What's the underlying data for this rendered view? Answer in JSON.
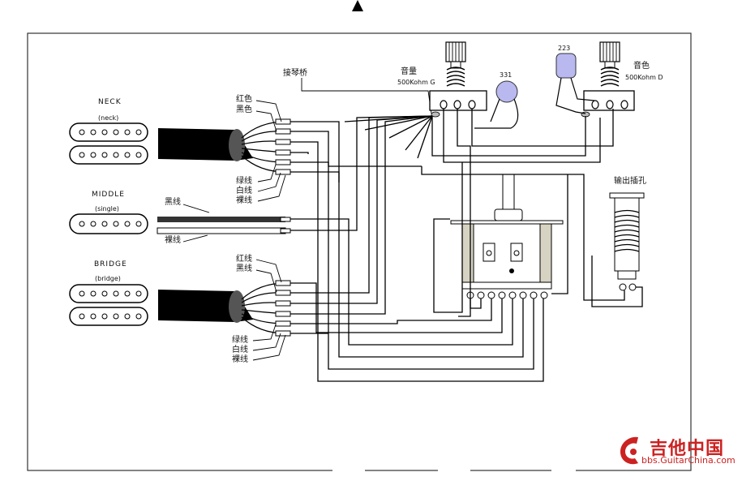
{
  "pickups": {
    "neck": {
      "name": "NECK",
      "type": "(neck)"
    },
    "middle": {
      "name": "MIDDLE",
      "type": "(single)"
    },
    "bridge": {
      "name": "BRIDGE",
      "type": "(bridge)"
    }
  },
  "wires": {
    "neck_top": [
      "红色",
      "黑色"
    ],
    "neck_bottom": [
      "绿线",
      "白线",
      "裸线"
    ],
    "middle_black": "黑线",
    "middle_bare": "裸线",
    "bridge_top": [
      "红线",
      "黑线"
    ],
    "bridge_bottom": [
      "绿线",
      "白线",
      "裸线"
    ]
  },
  "labels": {
    "bridge_ground": "接琴桥",
    "volume": "音量",
    "volume_value": "500Kohm G",
    "cap_331": "331",
    "cap_223": "223",
    "tone": "音色",
    "tone_value": "500Kohm D",
    "output_jack": "输出插孔"
  },
  "watermark": {
    "title": "吉他中国",
    "url": "bbs.GuitarChina.com"
  },
  "colors": {
    "cable": "#000000",
    "switch_plate": "#d7d3c2",
    "cap_331": "#b9b9f0",
    "cap_223": "#b9b9f0",
    "watermark": "#cc2222"
  }
}
